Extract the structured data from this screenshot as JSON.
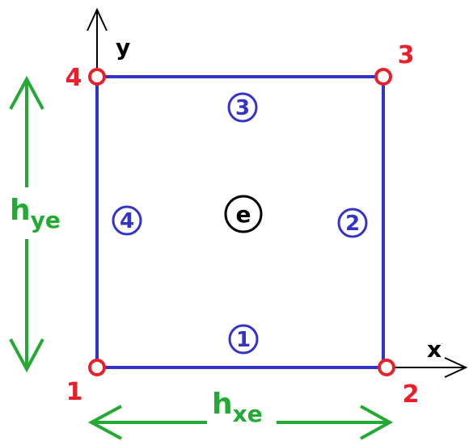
{
  "colors": {
    "element_edge": "#3333cc",
    "node": "#e8202a",
    "dimension": "#22aa33",
    "axis": "#000000",
    "element_center": "#000000"
  },
  "axes": {
    "x_label": "x",
    "y_label": "y"
  },
  "nodes": [
    {
      "label": "1"
    },
    {
      "label": "2"
    },
    {
      "label": "3"
    },
    {
      "label": "4"
    }
  ],
  "edges": [
    {
      "label": "1"
    },
    {
      "label": "2"
    },
    {
      "label": "3"
    },
    {
      "label": "4"
    }
  ],
  "element": {
    "label": "e"
  },
  "dimensions": {
    "horizontal": {
      "main": "h",
      "sub": "xe"
    },
    "vertical": {
      "main": "h",
      "sub": "ye"
    }
  }
}
